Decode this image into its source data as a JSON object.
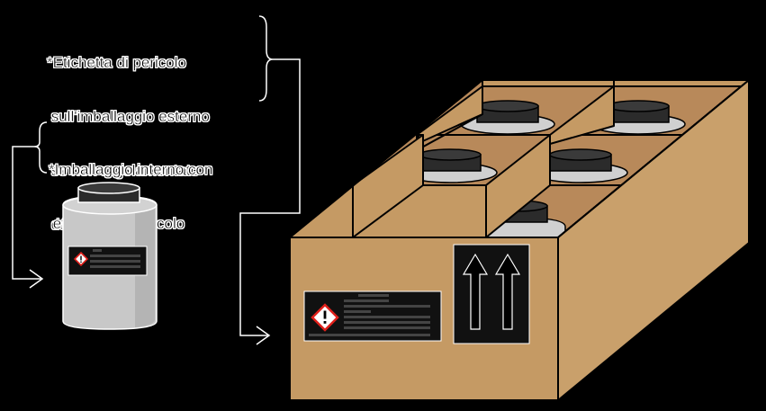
{
  "notes": {
    "outer_line1": "*Etichetta di pericolo",
    "outer_line2": " sull'imballaggio esterno",
    "outer_line3": " se non regolamentato",
    "outer_line4": " dal trasporto",
    "inner_line1": "*Imballaggio interno con",
    "inner_line2": " etichetta di pericolo"
  },
  "colors": {
    "background": "#000000",
    "box_front": "#c59a64",
    "box_side": "#c9a06b",
    "container_body": "#c8c8c8",
    "lid": "#2b2b2b",
    "label_bg": "#111111",
    "hazard_red": "#e0201b",
    "outline": "#ffffff"
  },
  "icons": {
    "hazard_pictogram": "exclamation-hazard-diamond",
    "orientation_marking": "this-way-up-arrows"
  }
}
